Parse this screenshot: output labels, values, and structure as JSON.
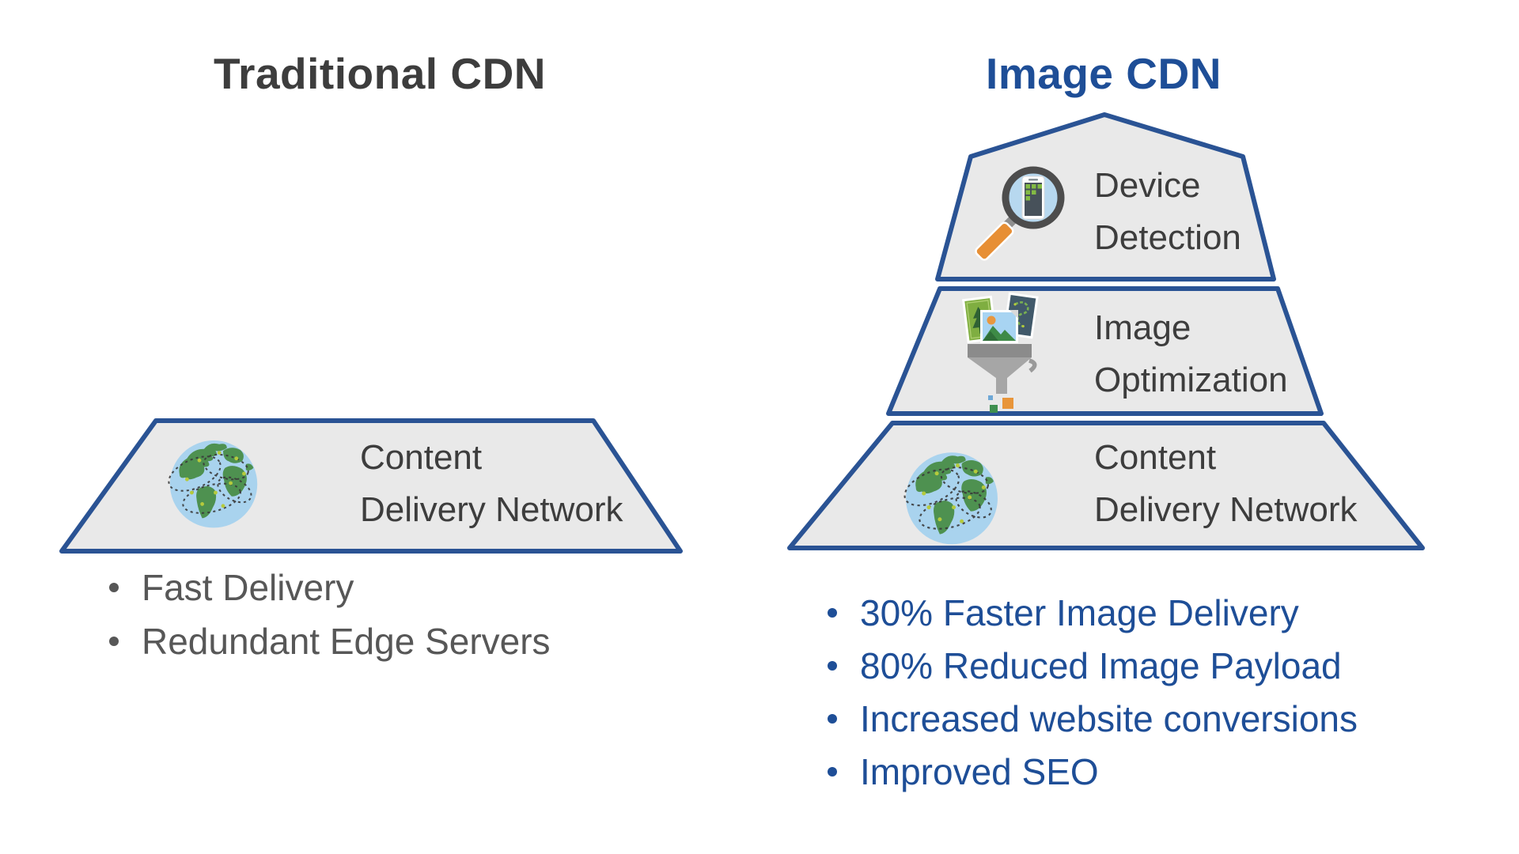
{
  "left": {
    "title": "Traditional CDN",
    "layer": {
      "line1": "Content",
      "line2": "Delivery Network"
    },
    "bullets": [
      "Fast Delivery",
      "Redundant Edge Servers"
    ]
  },
  "right": {
    "title": "Image CDN",
    "layers": [
      {
        "line1": "Device",
        "line2": "Detection",
        "icon": "magnifier-phone-icon"
      },
      {
        "line1": "Image",
        "line2": "Optimization",
        "icon": "image-funnel-icon"
      },
      {
        "line1": "Content",
        "line2": "Delivery Network",
        "icon": "globe-icon"
      }
    ],
    "bullets": [
      "30% Faster Image Delivery",
      "80% Reduced Image Payload",
      "Increased website conversions",
      "Improved SEO"
    ]
  },
  "colors": {
    "accent_blue": "#2a5394",
    "text_blue": "#1e4e97",
    "panel_gray": "#e9e9e9",
    "text_dark": "#3d3d3d",
    "text_gray": "#575757"
  }
}
